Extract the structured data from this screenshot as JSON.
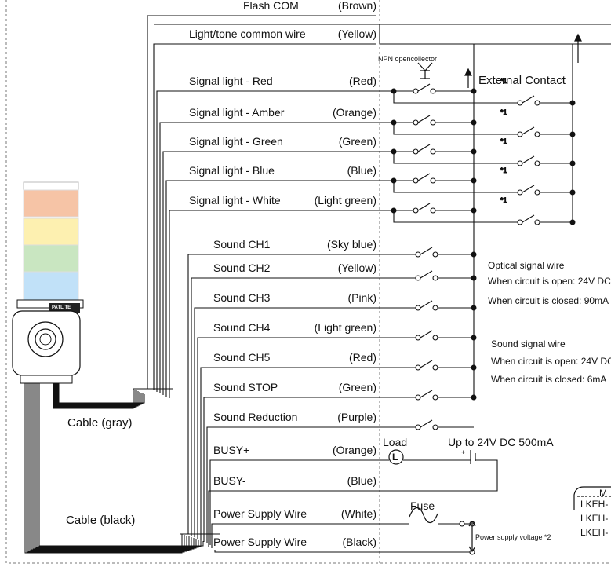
{
  "wires": [
    {
      "name": "Flash COM",
      "color": "(Brown)"
    },
    {
      "name": "Light/tone common wire",
      "color": "(Yellow)"
    },
    {
      "name": "Signal light - Red",
      "color": "(Red)"
    },
    {
      "name": "Signal light - Amber",
      "color": "(Orange)"
    },
    {
      "name": "Signal light - Green",
      "color": "(Green)"
    },
    {
      "name": "Signal light - Blue",
      "color": "(Blue)"
    },
    {
      "name": "Signal light - White",
      "color": "(Light green)"
    },
    {
      "name": "Sound CH1",
      "color": "(Sky blue)"
    },
    {
      "name": "Sound CH2",
      "color": "(Yellow)"
    },
    {
      "name": "Sound CH3",
      "color": "(Pink)"
    },
    {
      "name": "Sound CH4",
      "color": "(Light green)"
    },
    {
      "name": "Sound CH5",
      "color": "(Red)"
    },
    {
      "name": "Sound STOP",
      "color": "(Green)"
    },
    {
      "name": "Sound Reduction",
      "color": "(Purple)"
    },
    {
      "name": "BUSY+",
      "color": "(Orange)"
    },
    {
      "name": "BUSY-",
      "color": "(Blue)"
    },
    {
      "name": "Power Supply Wire",
      "color": "(White)"
    },
    {
      "name": "Power Supply Wire",
      "color": "(Black)"
    }
  ],
  "labels": {
    "npn": "NPN opencollector",
    "transistor_symbol": "( ⊼ )",
    "external_contact": "External Contact",
    "note1": "*1",
    "optical_title": "Optical signal wire",
    "optical_open": "When circuit is open: 24V DC",
    "optical_closed": "When circuit is closed: 90mA",
    "sound_title": "Sound signal wire",
    "sound_open": "When circuit is open: 24V DC",
    "sound_closed": "When circuit is closed: 6mA",
    "cable_gray": "Cable (gray)",
    "cable_black": "Cable (black)",
    "load": "Load",
    "load_symbol": "L",
    "busy_rating": "Up to 24V DC 500mA",
    "plus": "+",
    "fuse": "Fuse",
    "power_voltage": "Power supply voltage *2",
    "brand": "PATLITE",
    "model_header": "M",
    "models": [
      "LKEH-",
      "LKEH-",
      "LKEH-"
    ]
  },
  "colors": {
    "tier_red": "#f6c4a6",
    "tier_amber": "#fdf0b0",
    "tier_green": "#c9e6c1",
    "tier_blue": "#c1e1f8",
    "tier_white": "#f6f6f6",
    "line": "#111111"
  }
}
